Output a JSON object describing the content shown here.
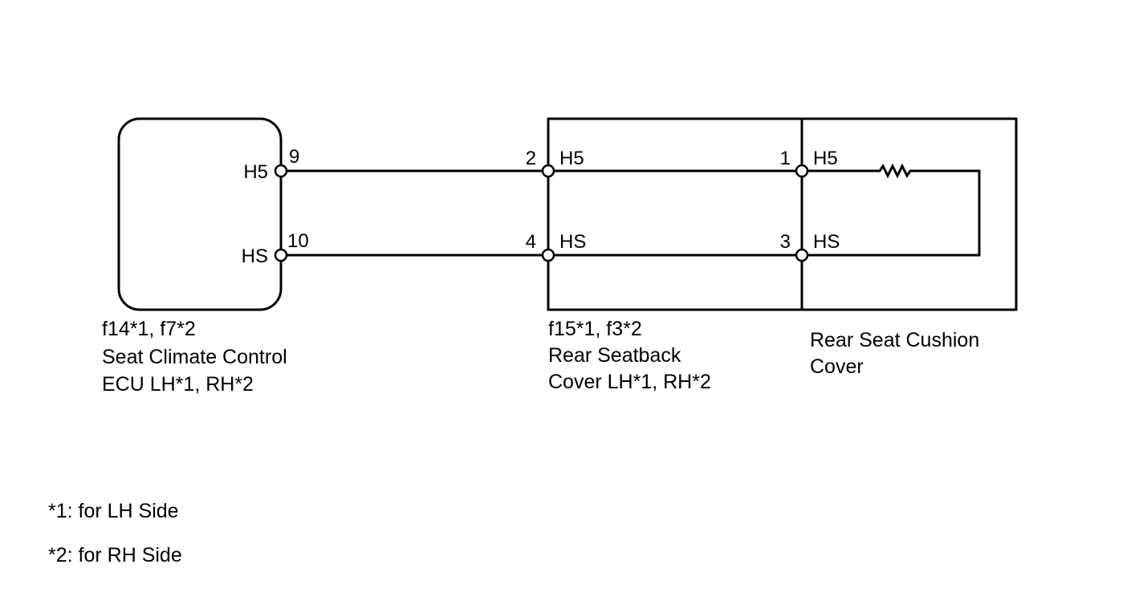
{
  "components": {
    "ecu": {
      "connector": "f14*1, f7*2",
      "name_line1": "Seat Climate Control",
      "name_line2": "ECU LH*1, RH*2",
      "terminals": [
        {
          "pin": "9",
          "signal": "H5"
        },
        {
          "pin": "10",
          "signal": "HS"
        }
      ]
    },
    "seatback": {
      "connector": "f15*1, f3*2",
      "name_line1": "Rear Seatback",
      "name_line2": "Cover LH*1, RH*2",
      "terminals": [
        {
          "pin": "2",
          "signal": "H5"
        },
        {
          "pin": "4",
          "signal": "HS"
        }
      ]
    },
    "cushion": {
      "name_line1": "Rear Seat Cushion",
      "name_line2": "Cover",
      "terminals": [
        {
          "pin": "1",
          "signal": "H5"
        },
        {
          "pin": "3",
          "signal": "HS"
        }
      ]
    }
  },
  "notes": [
    "*1: for LH Side",
    "*2: for RH Side"
  ],
  "colors": {
    "line": "#000000",
    "background": "#ffffff"
  }
}
